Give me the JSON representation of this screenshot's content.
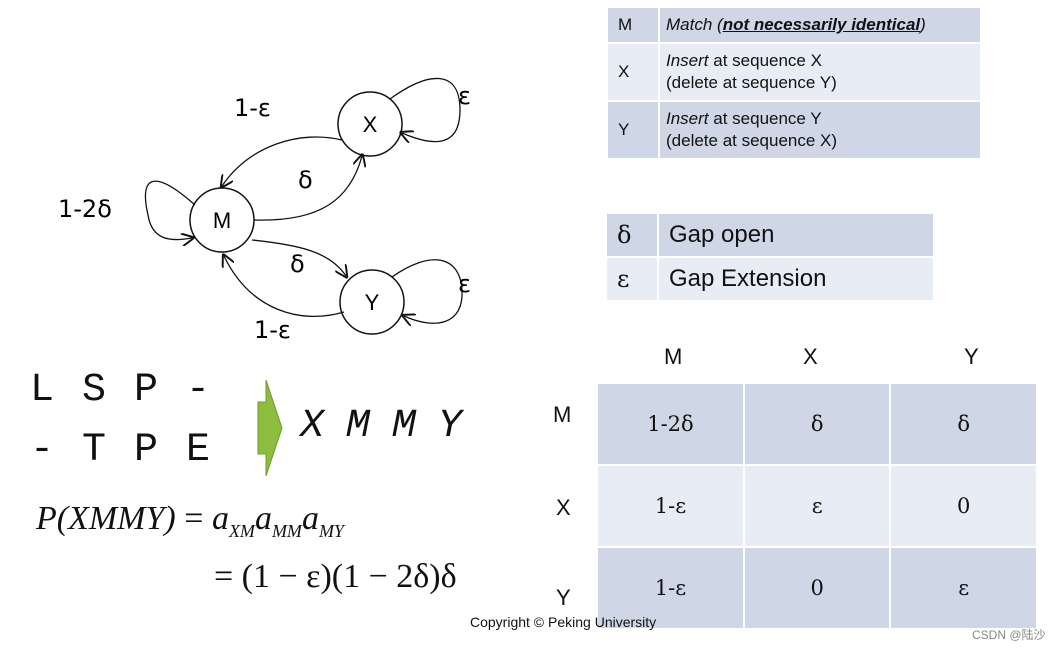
{
  "diagram": {
    "nodes": {
      "m": "M",
      "x": "X",
      "y": "Y"
    },
    "edge_labels": {
      "x_to_m": "1-ε",
      "x_self": "ε",
      "m_to_x": "δ",
      "m_self": "1-2δ",
      "m_to_y": "δ",
      "y_self": "ε",
      "y_to_m": "1-ε"
    }
  },
  "states": [
    {
      "symbol": "M",
      "desc_italic": "Match",
      "desc_paren_open": " (",
      "desc_emph": "not necessarily identical",
      "desc_paren_close": ")"
    },
    {
      "symbol": "X",
      "desc_italic": "Insert",
      "desc_rest": " at sequence X",
      "desc_line2": "(delete at sequence Y)"
    },
    {
      "symbol": "Y",
      "desc_italic": "Insert",
      "desc_rest": " at sequence Y",
      "desc_line2": "(delete at sequence X)"
    }
  ],
  "gaps": [
    {
      "symbol": "δ",
      "label": "Gap open"
    },
    {
      "symbol": "ε",
      "label": "Gap Extension"
    }
  ],
  "matrix": {
    "col_headers": [
      "M",
      "X",
      "Y"
    ],
    "row_headers": [
      "M",
      "X",
      "Y"
    ],
    "rows": [
      [
        "1-2δ",
        "δ",
        "δ"
      ],
      [
        "1-ε",
        "ε",
        "0"
      ],
      [
        "1-ε",
        "0",
        "ε"
      ]
    ]
  },
  "alignment": {
    "seq1": "LSP-",
    "seq2": "-TPE",
    "path": "XMMY"
  },
  "formula": {
    "lhs": "P(XMMY)",
    "eq": "=",
    "a": "a",
    "sub1": "XM",
    "sub2": "MM",
    "sub3": "MY",
    "line2": "= (1 − ε)(1 − 2δ)δ"
  },
  "copyright": "Copyright © Peking University",
  "watermark": "CSDN @陆沙",
  "colors": {
    "arrow_green": "#8cbd3f",
    "table_dark": "#cfd6e6",
    "table_light": "#e8ecf4"
  }
}
